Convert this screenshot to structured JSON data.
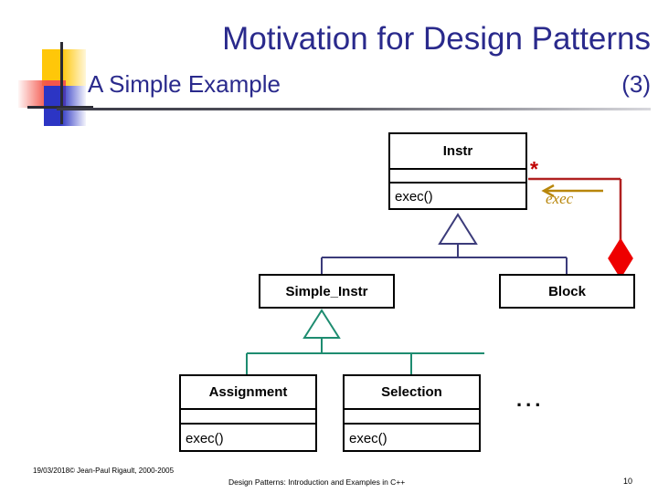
{
  "slide": {
    "title": "Motivation for Design Patterns",
    "subtitle": "A Simple Example",
    "subtitle_number": "(3)",
    "page_number": "10"
  },
  "colors": {
    "title_blue": "#2A2A8C",
    "inherit_navy": "#3B3B7A",
    "inherit_teal": "#1E8C70",
    "composition_red": "#B02020",
    "diamond_red": "#EE0000",
    "exec_label_brown": "#B8860B",
    "star_red": "#C00000",
    "logo_yellow": "#FFC709",
    "logo_red": "#F4564B",
    "logo_blue": "#2C35C4"
  },
  "diagram": {
    "type": "uml-class-diagram",
    "classes": [
      {
        "id": "instr",
        "name": "Instr",
        "attributes": "",
        "operations": "exec()"
      },
      {
        "id": "simple",
        "name": "Simple_Instr",
        "attributes": "",
        "operations": ""
      },
      {
        "id": "block",
        "name": "Block",
        "attributes": "",
        "operations": ""
      },
      {
        "id": "assign",
        "name": "Assignment",
        "attributes": "",
        "operations": "exec()"
      },
      {
        "id": "select",
        "name": "Selection",
        "attributes": "",
        "operations": "exec()"
      }
    ],
    "ellipsis": "...",
    "association": {
      "multiplicity": "*",
      "label": "exec",
      "from": "Block",
      "to": "Instr",
      "kind": "composition"
    },
    "generalizations": [
      {
        "parent": "Instr",
        "children": [
          "Simple_Instr",
          "Block"
        ]
      },
      {
        "parent": "Simple_Instr",
        "children": [
          "Assignment",
          "Selection"
        ]
      }
    ]
  },
  "footer": {
    "date": "19/03/2018",
    "copyright": "© Jean-Paul Rigault, 2000-2005",
    "center": "Design Patterns: Introduction and Examples in C++"
  }
}
